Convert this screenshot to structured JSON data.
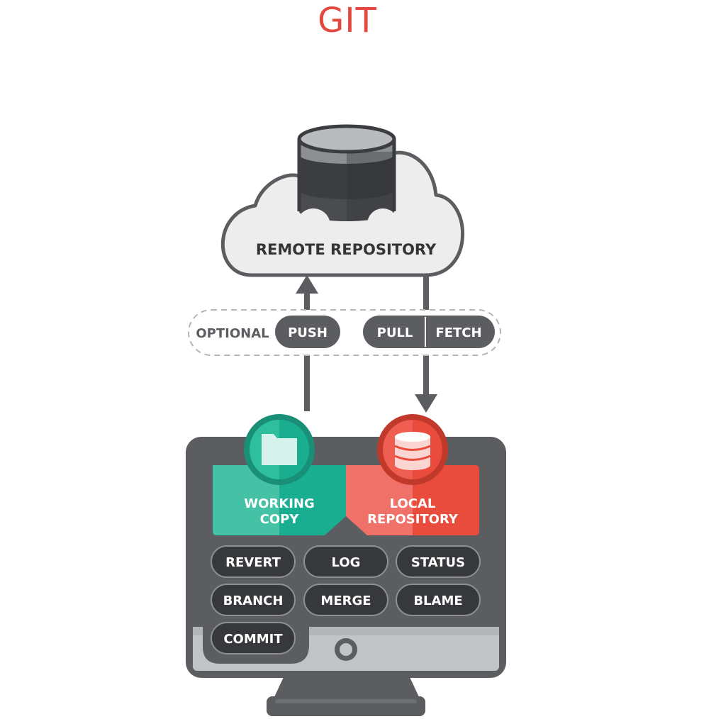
{
  "title": "GIT",
  "remote": {
    "label": "REMOTE REPOSITORY"
  },
  "transfer": {
    "optional_label": "OPTIONAL",
    "push_label": "PUSH",
    "pull_label": "PULL",
    "fetch_label": "FETCH"
  },
  "workstation": {
    "working_copy_line1": "WORKING",
    "working_copy_line2": "COPY",
    "local_repo_line1": "LOCAL",
    "local_repo_line2": "REPOSITORY"
  },
  "commands": {
    "revert": "REVERT",
    "log": "LOG",
    "status": "STATUS",
    "branch": "BRANCH",
    "merge": "MERGE",
    "blame": "BLAME",
    "commit": "COMMIT"
  },
  "icons": {
    "database": "database-icon",
    "folder": "folder-icon",
    "cloud": "cloud-icon",
    "monitor": "monitor-icon"
  },
  "colors": {
    "title": "#e5483f",
    "dark": "#5b5d60",
    "pill": "#37383b",
    "green": "#1aae91",
    "green_light": "#45c2a6",
    "red": "#e94b3c",
    "red_light": "#f07167",
    "cloud_fill": "#ededee"
  }
}
